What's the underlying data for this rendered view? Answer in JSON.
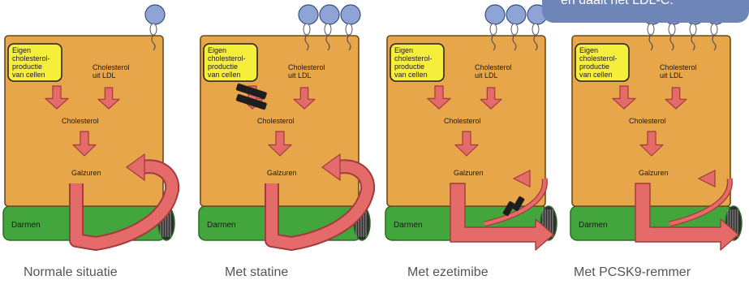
{
  "callout": {
    "text": "en daalt het LDL-C."
  },
  "labels": {
    "production": [
      "Eigen",
      "cholesterol-",
      "productie",
      "van cellen"
    ],
    "ldl": [
      "Cholesterol",
      "uit LDL"
    ],
    "cholesterol": "Cholesterol",
    "bile_acids": "Galzuren",
    "intestines": "Darmen"
  },
  "panels": [
    {
      "caption": "Normale situatie",
      "receptors": 1,
      "statin_block": false,
      "ezetimibe_block": false,
      "big_bile_arrow": false
    },
    {
      "caption": "Met statine",
      "receptors": 3,
      "statin_block": true,
      "ezetimibe_block": false,
      "big_bile_arrow": false
    },
    {
      "caption": "Met ezetimibe",
      "receptors": 3,
      "statin_block": false,
      "ezetimibe_block": true,
      "big_bile_arrow": true
    },
    {
      "caption": "Met PCSK9-remmer",
      "receptors": 4,
      "statin_block": false,
      "ezetimibe_block": false,
      "big_bile_arrow": true
    }
  ],
  "colors": {
    "cell": "#e8a64a",
    "cell_border": "#6b4a1c",
    "production_box": "#f5ef3c",
    "arrow": "#e56a6a",
    "arrow_outline": "#a23b3b",
    "intestine": "#43a63d",
    "intestine_border": "#2d6a25",
    "receptor": "#8ea4d6",
    "callout": "#6d86b7"
  }
}
